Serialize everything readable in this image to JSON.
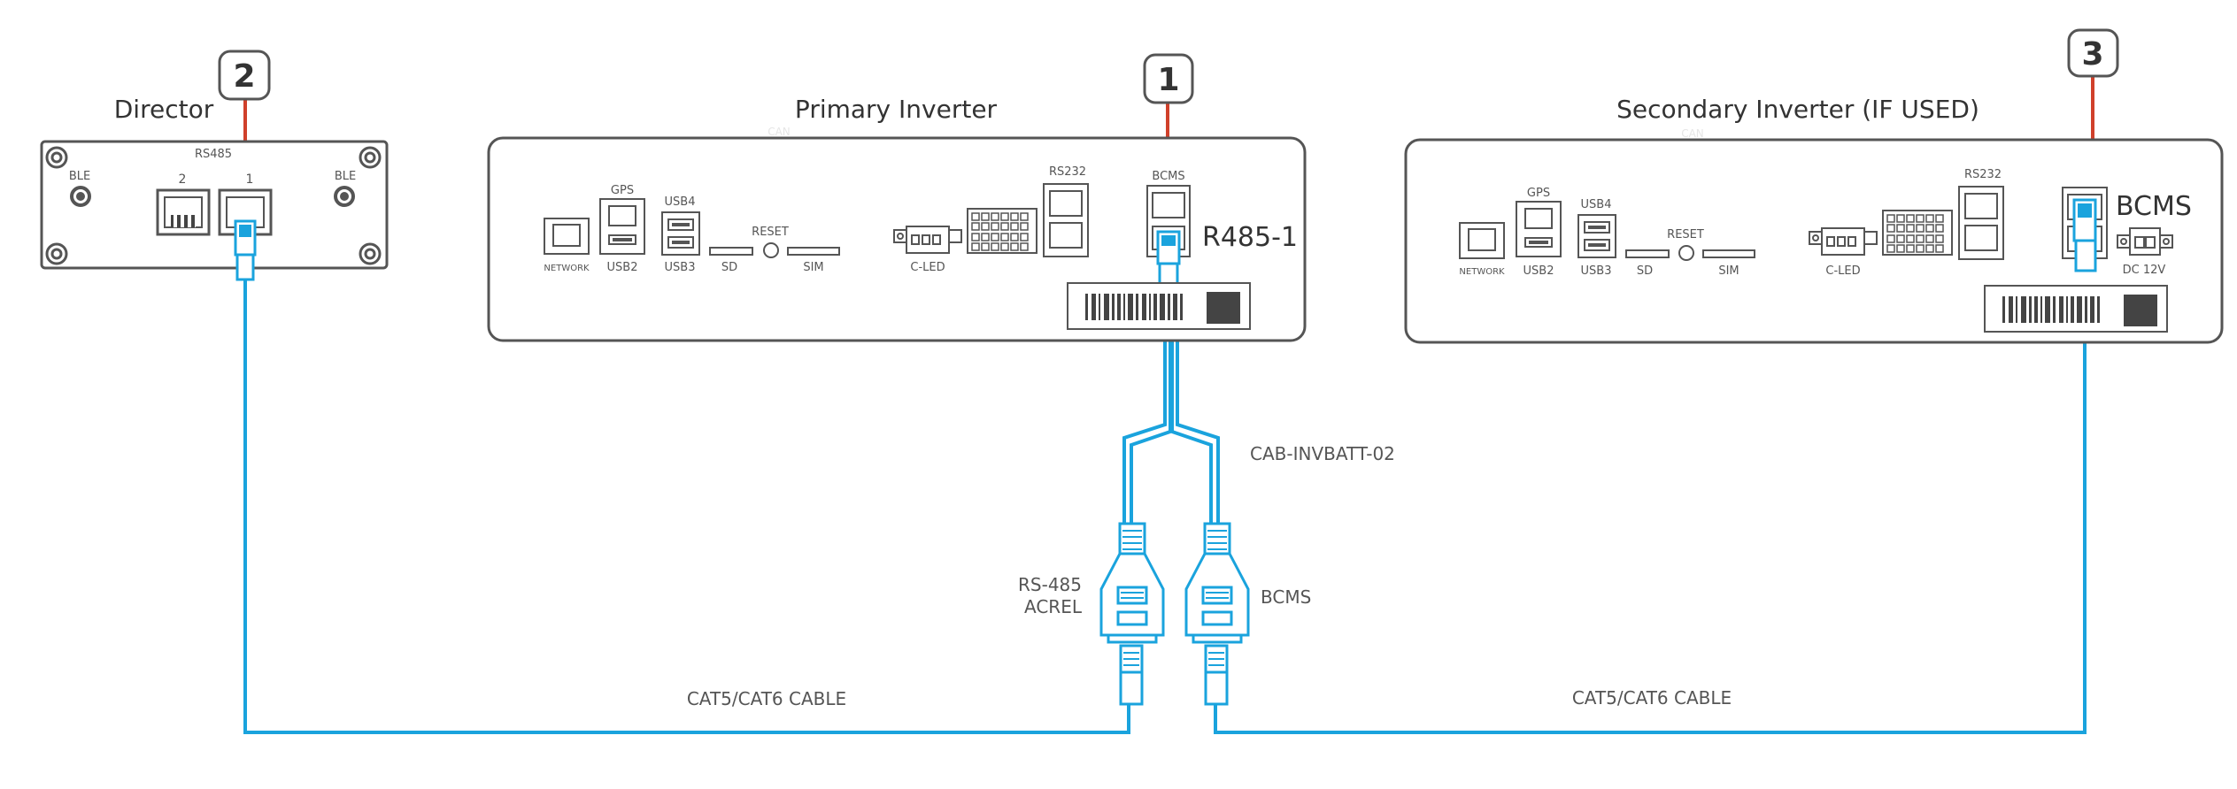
{
  "colors": {
    "cable": "#1aa3dd",
    "callout_line": "#d0402b",
    "outline": "#555555",
    "text": "#444444"
  },
  "callouts": [
    "2",
    "1",
    "3"
  ],
  "director": {
    "title": "Director",
    "port_group": "RS485",
    "left_antenna": "BLE",
    "right_antenna": "BLE",
    "port_2": "2",
    "port_1": "1"
  },
  "primary_inverter": {
    "title": "Primary Inverter",
    "faint_label": "CAN",
    "network": "NETWORK",
    "gps": "GPS",
    "usb2": "USB2",
    "usb4": "USB4",
    "usb3": "USB3",
    "reset": "RESET",
    "sd": "SD",
    "sim": "SIM",
    "cled": "C-LED",
    "rs232": "RS232",
    "bcms": "BCMS",
    "port_label": "R485-1"
  },
  "secondary_inverter": {
    "title": "Secondary Inverter (IF USED)",
    "faint_label": "CAN",
    "network": "NETWORK",
    "gps": "GPS",
    "usb2": "USB2",
    "usb4": "USB4",
    "usb3": "USB3",
    "reset": "RESET",
    "sd": "SD",
    "sim": "SIM",
    "cled": "C-LED",
    "rs232": "RS232",
    "bcms": "BCMS",
    "dc": "DC 12V"
  },
  "splitter": {
    "cable_name": "CAB-INVBATT-02",
    "left_line1": "RS-485",
    "left_line2": "ACREL",
    "right": "BCMS"
  },
  "cables": {
    "left": "CAT5/CAT6 CABLE",
    "right": "CAT5/CAT6 CABLE"
  }
}
